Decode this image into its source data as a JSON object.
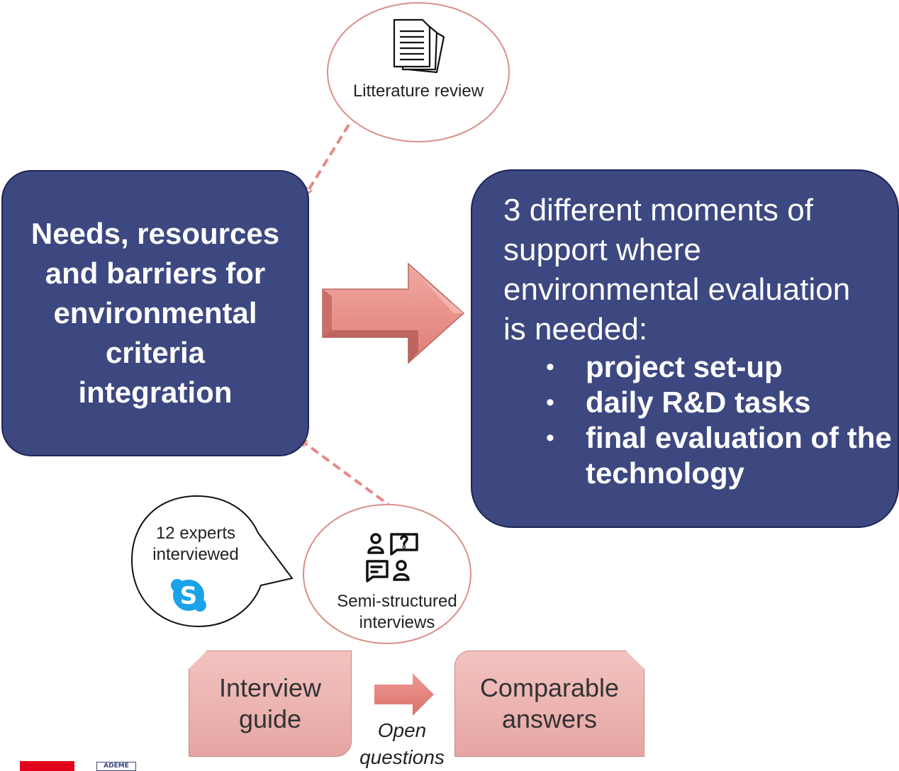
{
  "literature": {
    "label": "Litterature review",
    "icon": "documents-icon"
  },
  "needs": {
    "text": "Needs, resources and barriers for environmental criteria integration"
  },
  "moments": {
    "intro": "3 different moments of support where environmental evaluation is needed:",
    "items": [
      "project set-up",
      "daily R&D tasks",
      "final evaluation of the technology"
    ]
  },
  "experts": {
    "label": "12 experts interviewed",
    "icon": "skype-icon"
  },
  "interviews": {
    "label": "Semi-structured interviews",
    "icon": "interview-people-icon"
  },
  "guide": {
    "label": "Interview guide"
  },
  "answers": {
    "label": "Comparable answers"
  },
  "open_questions": {
    "label": "Open questions"
  },
  "logos": {
    "ademe": "ADEME"
  },
  "colors": {
    "dark_box": "#3d4780",
    "pink": "#e98b85",
    "arrow_dashed": "#e38a84",
    "skype": "#1aa3e8"
  }
}
